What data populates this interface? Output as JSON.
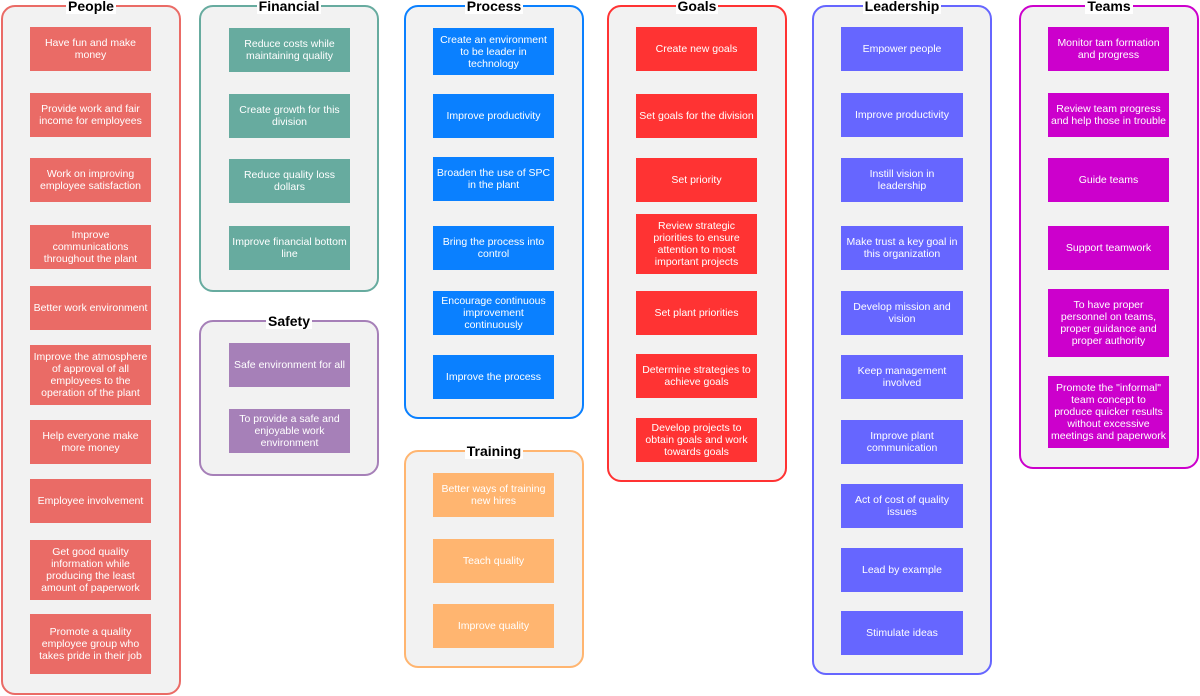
{
  "colors": {
    "people": "#ea6b66",
    "financial": "#67ab9f",
    "safety": "#a680b8",
    "process": "#0a80ff",
    "training": "#ffb570",
    "goals": "#ff3333",
    "leadership": "#6666ff",
    "teams": "#cc00cc"
  },
  "groups": {
    "people": {
      "title": "People",
      "items": [
        "Have fun and make money",
        "Provide work and fair income for employees",
        "Work on improving employee satisfaction",
        "Improve communications throughout the plant",
        "Better work environment",
        "Improve the atmosphere of approval of all employees to the operation of the plant",
        "Help everyone make more money",
        "Employee involvement",
        "Get good quality information while producing the least amount of paperwork",
        "Promote a quality employee group who takes pride in their job"
      ]
    },
    "financial": {
      "title": "Financial",
      "items": [
        "Reduce costs while maintaining quality",
        "Create growth for this division",
        "Reduce quality loss dollars",
        "Improve financial bottom line"
      ]
    },
    "safety": {
      "title": "Safety",
      "items": [
        "Safe environment for all",
        "To provide a safe and enjoyable work environment"
      ]
    },
    "process": {
      "title": "Process",
      "items": [
        "Create an environment to be leader in technology",
        "Improve productivity",
        "Broaden the use of SPC in the plant",
        "Bring the process into control",
        "Encourage continuous improvement continuously",
        "Improve the process"
      ]
    },
    "training": {
      "title": "Training",
      "items": [
        "Better ways of training new hires",
        "Teach quality",
        "Improve quality"
      ]
    },
    "goals": {
      "title": "Goals",
      "items": [
        "Create new goals",
        "Set goals for the division",
        "Set priority",
        "Review strategic priorities to ensure attention to most important projects",
        "Set plant priorities",
        "Determine strategies to achieve goals",
        "Develop projects to obtain goals and work towards goals"
      ]
    },
    "leadership": {
      "title": "Leadership",
      "items": [
        "Empower people",
        "Improve productivity",
        "Instill vision in leadership",
        "Make trust a key goal in this organization",
        "Develop mission and vision",
        "Keep management involved",
        "Improve plant communication",
        "Act of cost of quality issues",
        "Lead by example",
        "Stimulate ideas"
      ]
    },
    "teams": {
      "title": "Teams",
      "items": [
        "Monitor tam formation and progress",
        "Review team progress and help those in trouble",
        "Guide teams",
        "Support teamwork",
        "To have proper personnel on teams, proper guidance and proper authority",
        "Promote the \"informal\" team concept to produce quicker results without excessive meetings and paperwork"
      ]
    }
  }
}
